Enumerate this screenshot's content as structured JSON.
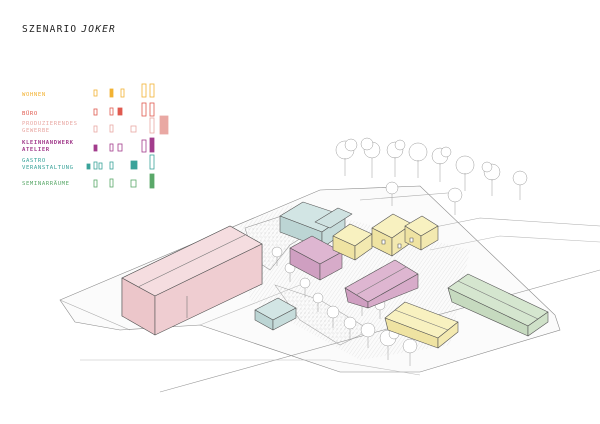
{
  "header": {
    "title": "SZENARIO",
    "title_italic": "JOKER"
  },
  "legend": {
    "items": [
      {
        "label": "WOHNEN",
        "color": "#f2b233"
      },
      {
        "label": "BÜRO",
        "color": "#e05a4f"
      },
      {
        "label_line1": "PRODUZIERENDES",
        "label_line2": "GEWERBE",
        "color": "#e9a8a3"
      },
      {
        "label_line1": "KLEINHANDWERK",
        "label_line2": "ATELIER",
        "color": "#a23c8c"
      },
      {
        "label_line1": "GASTRO",
        "label_line2": "VERANSTALTUNG",
        "color": "#3aa39a"
      },
      {
        "label": "SEMINARRÄUME",
        "color": "#5aa869"
      }
    ]
  },
  "building_colors": {
    "wohnen": "#f6eeb2",
    "gewerbe": "#f1d3d5",
    "atelier": "#d8abc9",
    "gastro": "#c4dcdb",
    "seminar": "#cfe1c8",
    "outline": "#555555"
  }
}
